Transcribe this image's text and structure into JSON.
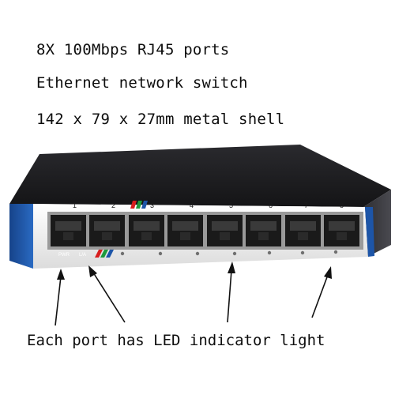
{
  "headline": {
    "line1": "8X 100Mbps RJ45 ports",
    "line2": "Ethernet network switch",
    "line3": "142 x 79 x 27mm metal shell"
  },
  "caption": "Each port has LED indicator light",
  "ports": [
    "1",
    "2",
    "3",
    "4",
    "5",
    "6",
    "7",
    "8"
  ],
  "led_labels": {
    "power": "PWR",
    "link": "L/A"
  },
  "colors": {
    "case_top": "#1e1e21",
    "case_front": "#f2f2f2",
    "side_accent": "#1d55a8",
    "stripe_red": "#d81e1e",
    "stripe_green": "#1e9a3c",
    "stripe_blue": "#1d55a8"
  }
}
